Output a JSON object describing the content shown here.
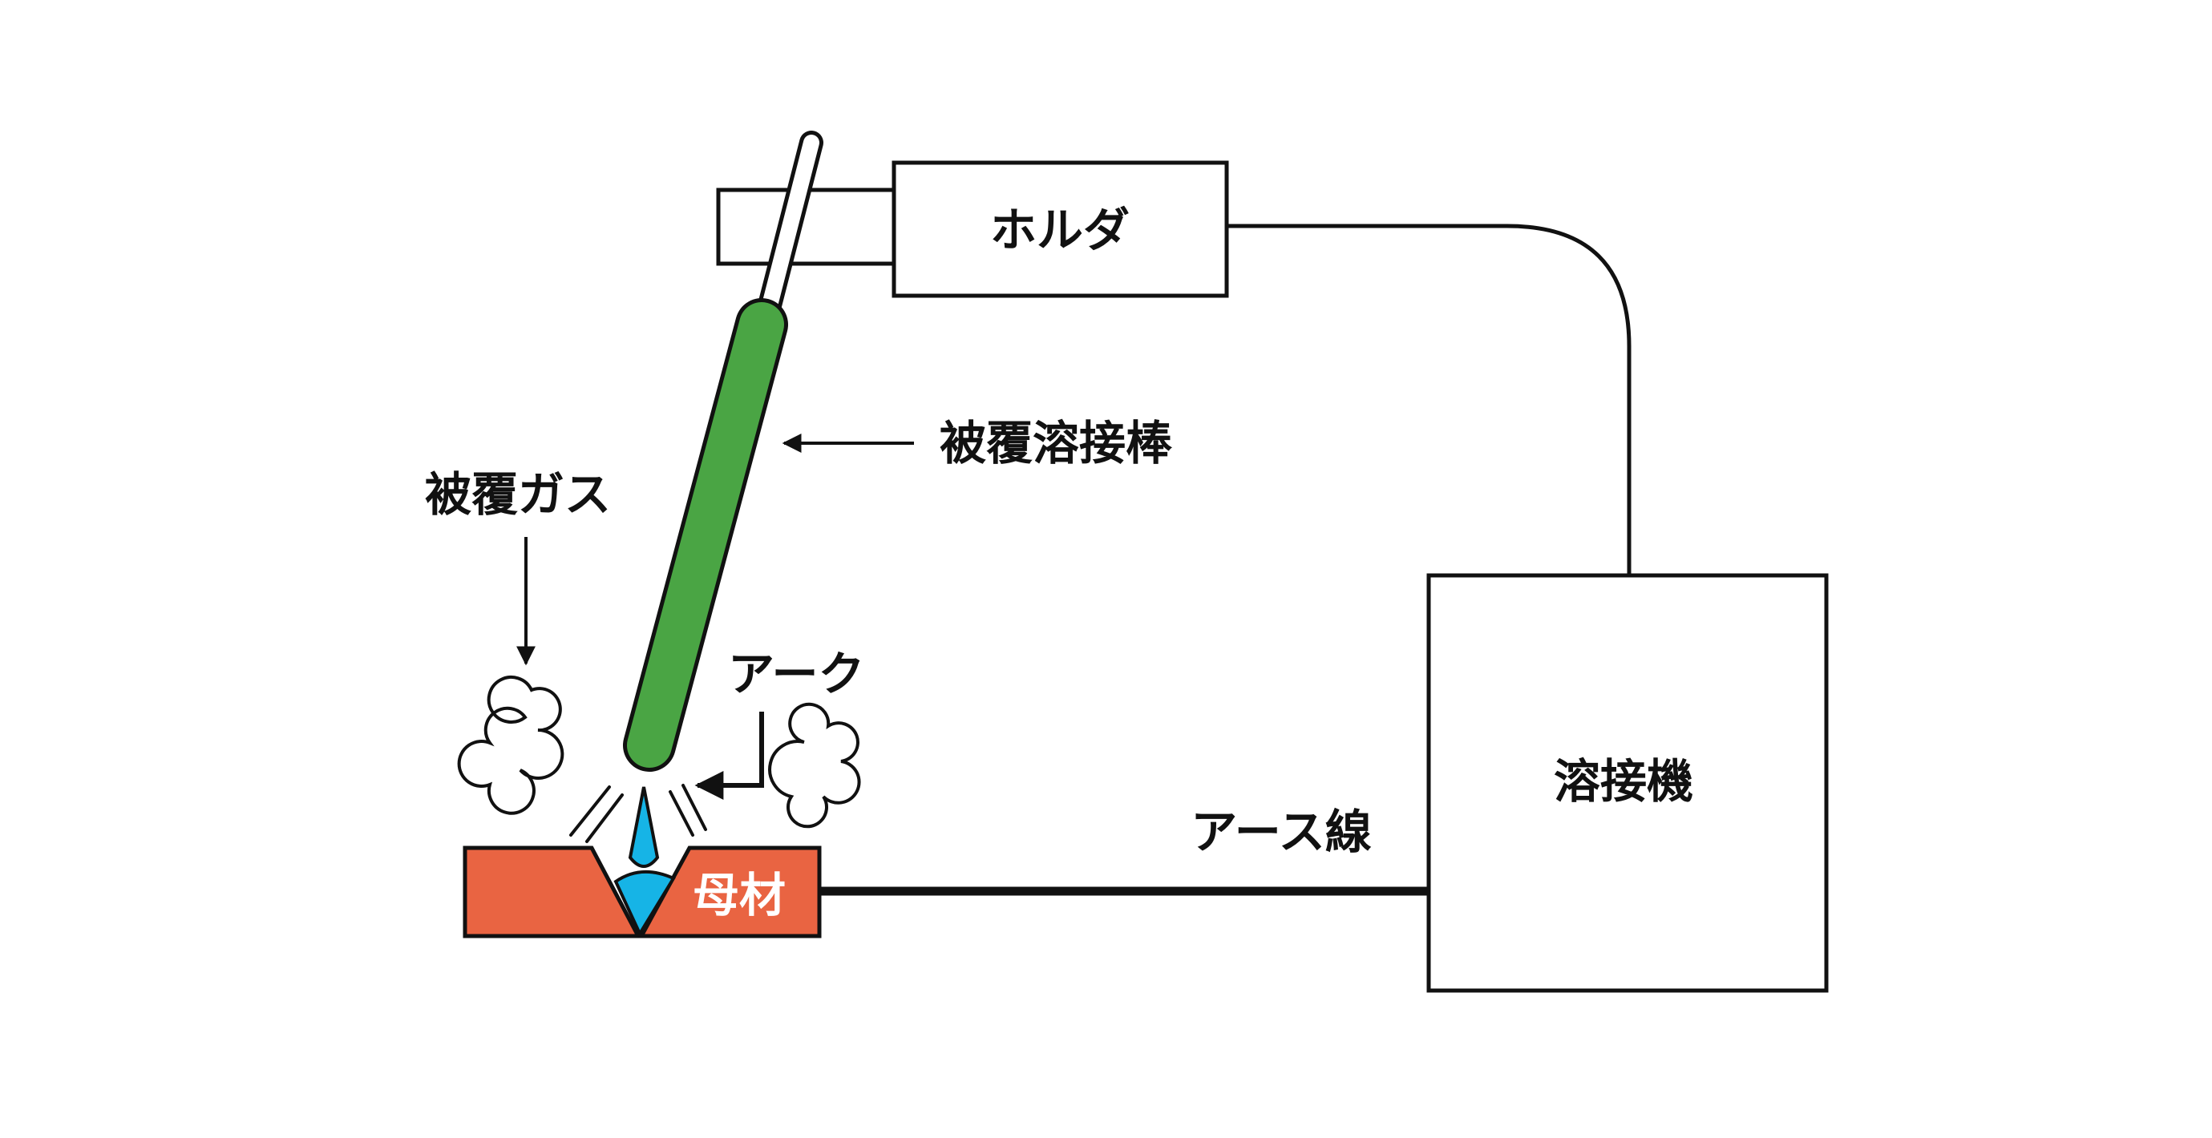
{
  "labels": {
    "holder": "ホルダ",
    "electrode": "被覆溶接棒",
    "shield_gas": "被覆ガス",
    "arc": "アーク",
    "base_metal": "母材",
    "ground_wire": "アース線",
    "welder": "溶接機"
  },
  "colors": {
    "electrode_coating": "#4aa544",
    "base_metal": "#e96442",
    "weld_pool": "#16b4e6",
    "line": "#111111",
    "background": "#ffffff"
  }
}
